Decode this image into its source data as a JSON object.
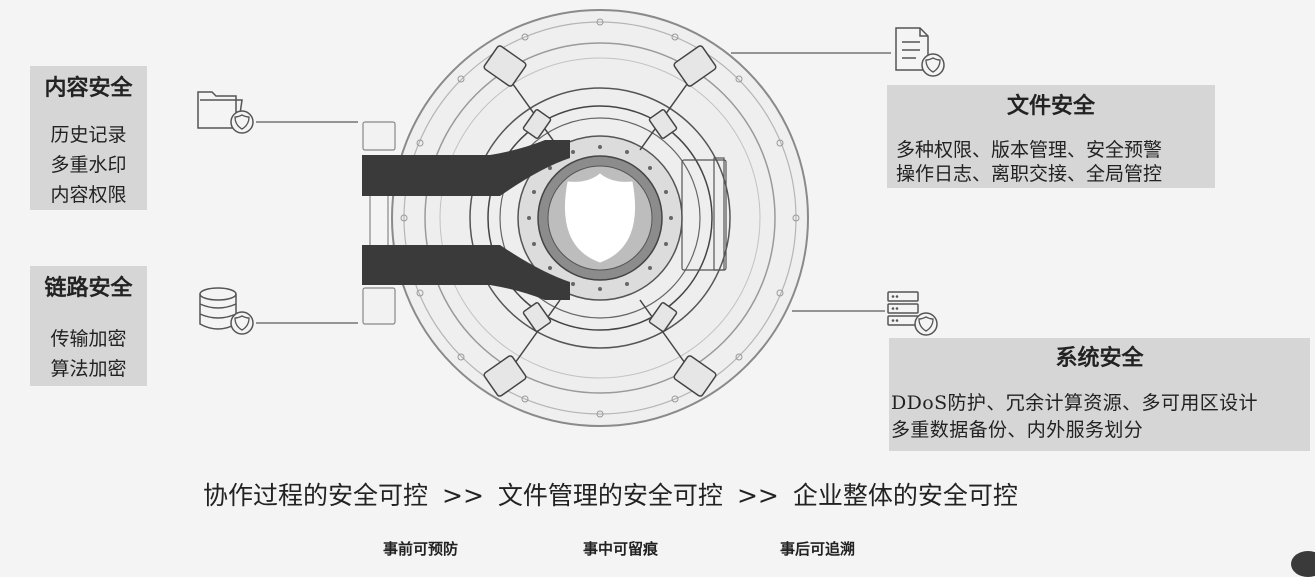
{
  "content_security": {
    "title": "内容安全",
    "items": [
      "历史记录",
      "多重水印",
      "内容权限"
    ]
  },
  "link_security": {
    "title": "链路安全",
    "items": [
      "传输加密",
      "算法加密"
    ]
  },
  "file_security": {
    "title": "文件安全",
    "items": [
      "多种权限、版本管理、安全预警",
      "操作日志、离职交接、全局管控"
    ]
  },
  "system_security": {
    "title": "系统安全",
    "items": [
      "DDoS防护、冗余计算资源、多可用区设计",
      "多重数据备份、内外服务划分"
    ]
  },
  "flow": {
    "step1": "协作过程的安全可控",
    "sep1": ">>",
    "step2": "文件管理的安全可控",
    "sep2": ">>",
    "step3": "企业整体的安全可控"
  },
  "stages": [
    "事前可预防",
    "事中可留痕",
    "事后可追溯"
  ],
  "colors": {
    "panel": "#d6d6d6",
    "background": "#f4f4f4",
    "bolt": "#3a3a3a"
  }
}
